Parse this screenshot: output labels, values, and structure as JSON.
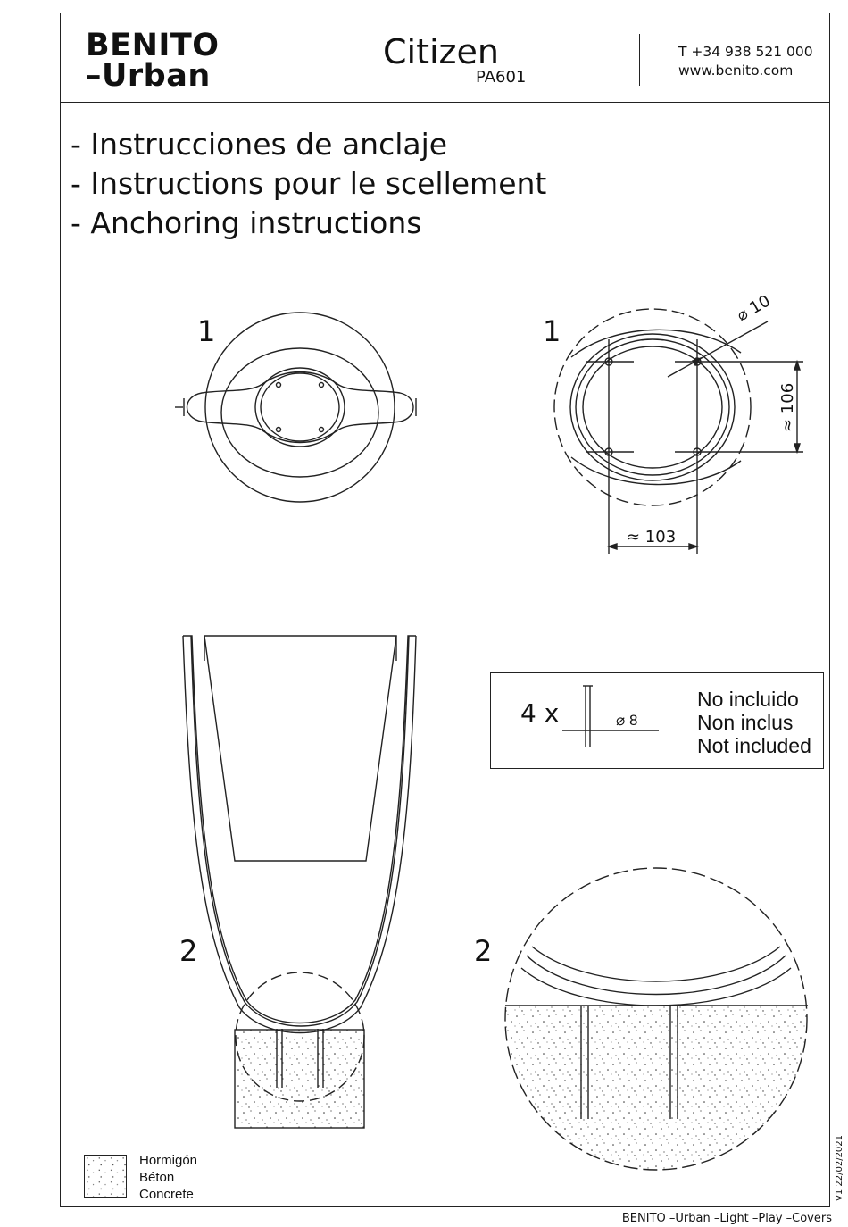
{
  "header": {
    "brand_line1": "BENITO",
    "brand_line2": "–Urban",
    "product_name": "Citizen",
    "product_code": "PA601",
    "phone": "T +34 938 521 000",
    "website": "www.benito.com"
  },
  "instructions": [
    "- Instrucciones de anclaje",
    "- Instructions pour le scellement",
    "- Anchoring instructions"
  ],
  "steps": {
    "step1_top_view": "1",
    "step1_detail": "1",
    "step2_section": "2",
    "step2_detail": "2"
  },
  "dimensions": {
    "hole_diameter": "⌀ 10",
    "height": "≈ 106",
    "width": "≈ 103"
  },
  "bolts_note": {
    "quantity": "4 x",
    "diameter": "⌀ 8",
    "lines": [
      "No incluido",
      "Non inclus",
      "Not included"
    ]
  },
  "legend": {
    "lines": [
      "Hormigón",
      "Béton",
      "Concrete"
    ]
  },
  "footer": {
    "brands": "BENITO –Urban –Light –Play –Covers",
    "version": "V1 22/02/2021"
  }
}
